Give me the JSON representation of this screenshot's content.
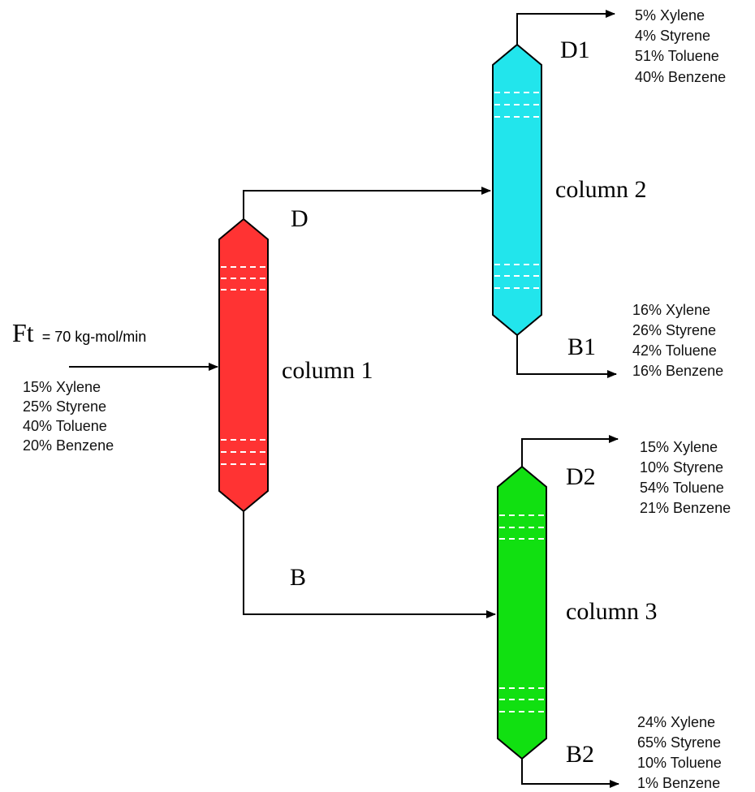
{
  "feed": {
    "label": "Ft",
    "flow": "= 70 kg-mol/min",
    "composition": [
      "15% Xylene",
      "25% Styrene",
      "40% Toluene",
      "20% Benzene"
    ]
  },
  "columns": [
    {
      "label": "column 1",
      "color": "#ff3333"
    },
    {
      "label": "column 2",
      "color": "#22e5ec"
    },
    {
      "label": "column 3",
      "color": "#11e011"
    }
  ],
  "streams": {
    "D": {
      "label": "D"
    },
    "B": {
      "label": "B"
    },
    "D1": {
      "label": "D1",
      "composition": [
        "5% Xylene",
        "4% Styrene",
        "51% Toluene",
        "40% Benzene"
      ]
    },
    "B1": {
      "label": "B1",
      "composition": [
        "16% Xylene",
        "26% Styrene",
        "42% Toluene",
        "16% Benzene"
      ]
    },
    "D2": {
      "label": "D2",
      "composition": [
        "15% Xylene",
        "10% Styrene",
        "54% Toluene",
        "21% Benzene"
      ]
    },
    "B2": {
      "label": "B2",
      "composition": [
        "24% Xylene",
        "65% Styrene",
        "10% Toluene",
        "1% Benzene"
      ]
    }
  }
}
